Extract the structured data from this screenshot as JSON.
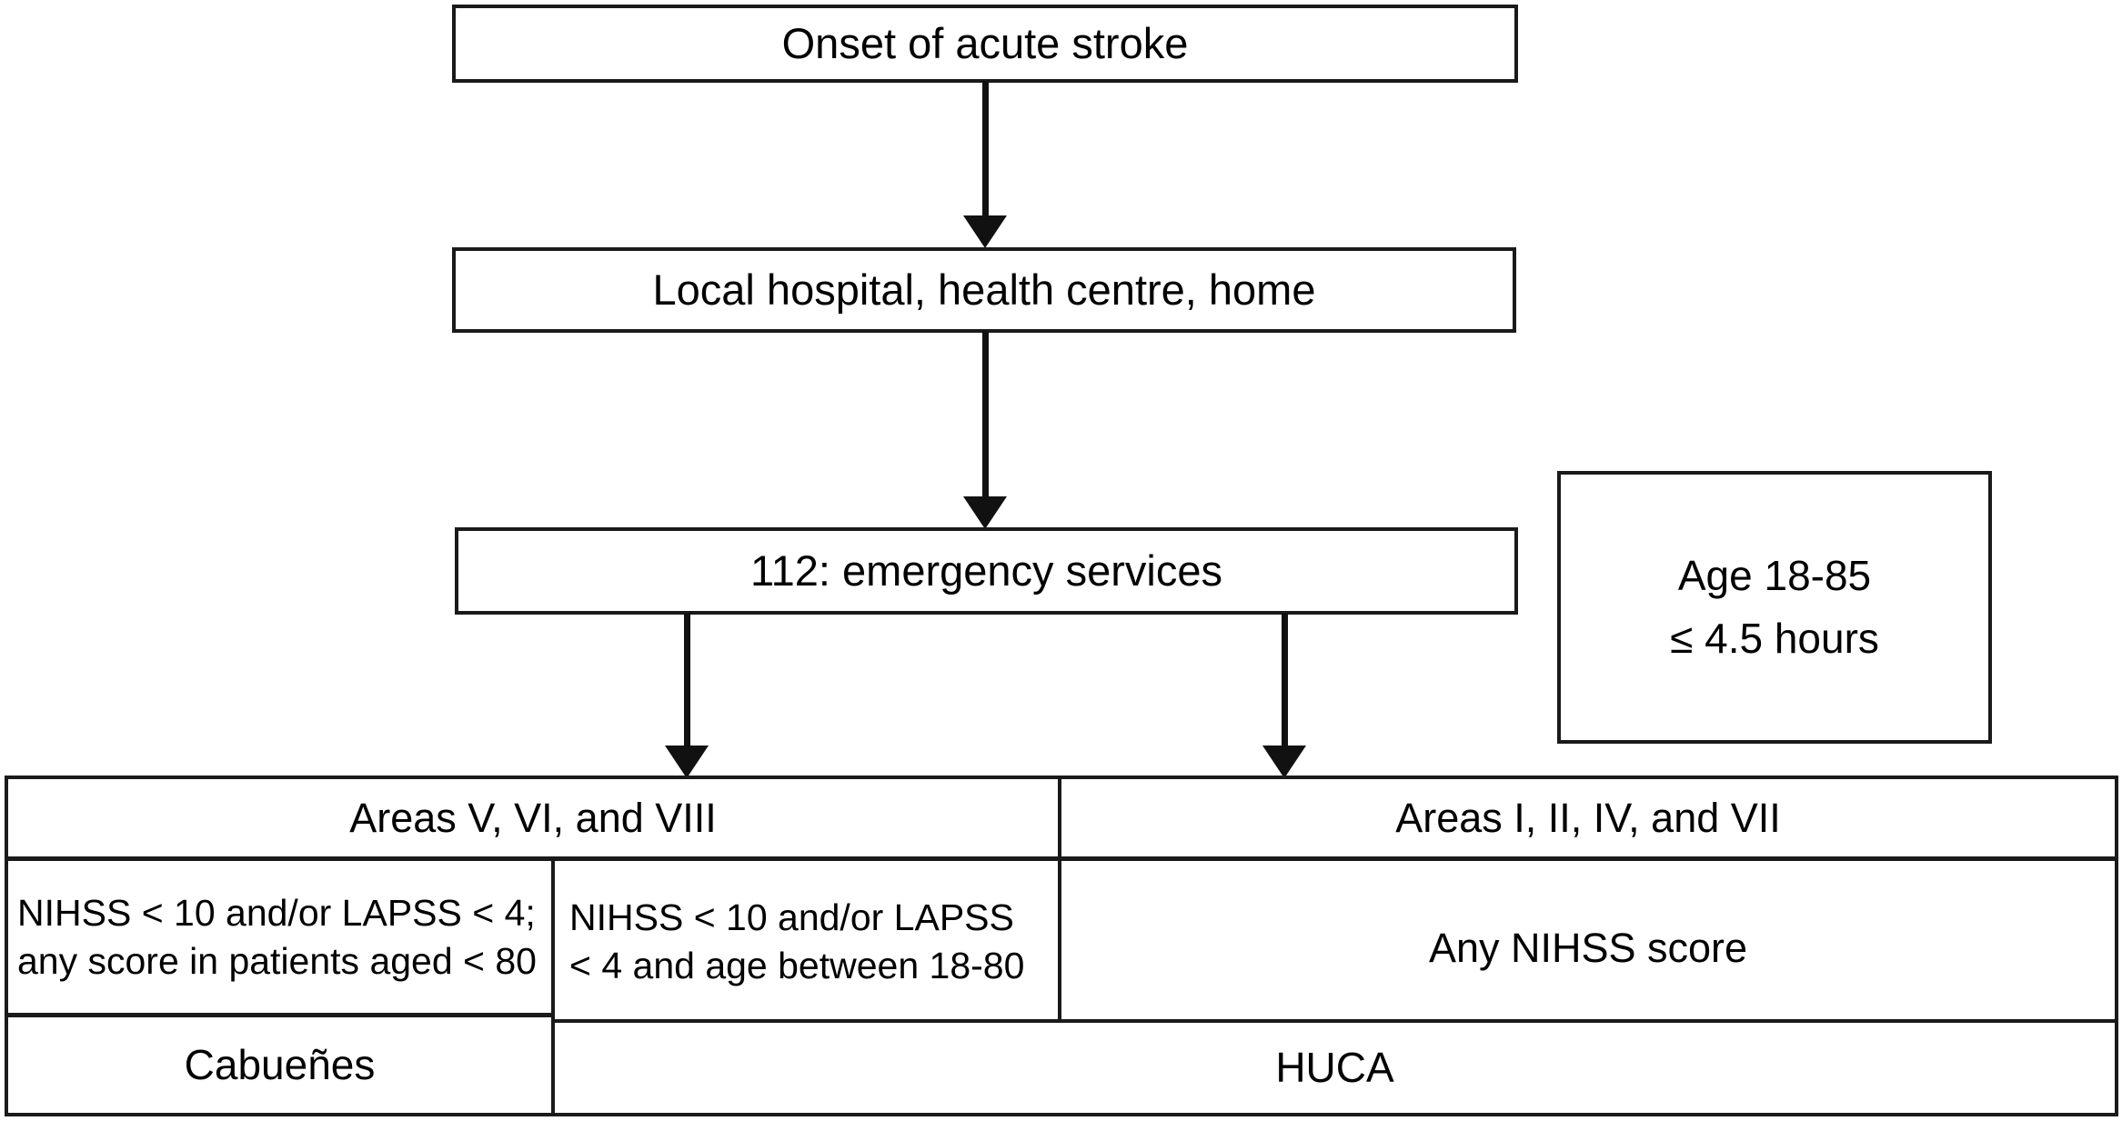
{
  "diagram": {
    "title": "Acute stroke prehospital triage and transfer pathway",
    "colors": {
      "stroke": "#1a1a1a",
      "fill": "#ffffff",
      "text": "#000000"
    },
    "nodes": {
      "onset": "Onset of acute stroke",
      "local": "Local hospital, health centre, home",
      "emergency": "112: emergency services",
      "criteria_line1": "Age 18-85",
      "criteria_line2": "≤ 4.5 hours"
    },
    "table": {
      "areas_left": "Areas V, VI, and VIII",
      "areas_right": "Areas I, II, IV, and VII",
      "criteria_left_a_line1": "NIHSS < 10 and/or LAPSS < 4;",
      "criteria_left_a_line2": "any score in patients aged < 80",
      "criteria_left_b_line1": "NIHSS < 10 and/or LAPSS",
      "criteria_left_b_line2": "< 4 and age between 18-80",
      "criteria_right": "Any NIHSS score",
      "hospital_left": "Cabueñes",
      "hospital_right": "HUCA"
    },
    "edges": [
      {
        "name": "onset-to-local",
        "from": "onset",
        "to": "local",
        "marker": "arrow-down"
      },
      {
        "name": "local-to-emergency",
        "from": "local",
        "to": "emergency",
        "marker": "arrow-down"
      },
      {
        "name": "emergency-to-areas-left",
        "from": "emergency",
        "to": "areas_left",
        "marker": "arrow-down"
      },
      {
        "name": "emergency-to-areas-right",
        "from": "emergency",
        "to": "areas_right",
        "marker": "arrow-down"
      }
    ]
  }
}
